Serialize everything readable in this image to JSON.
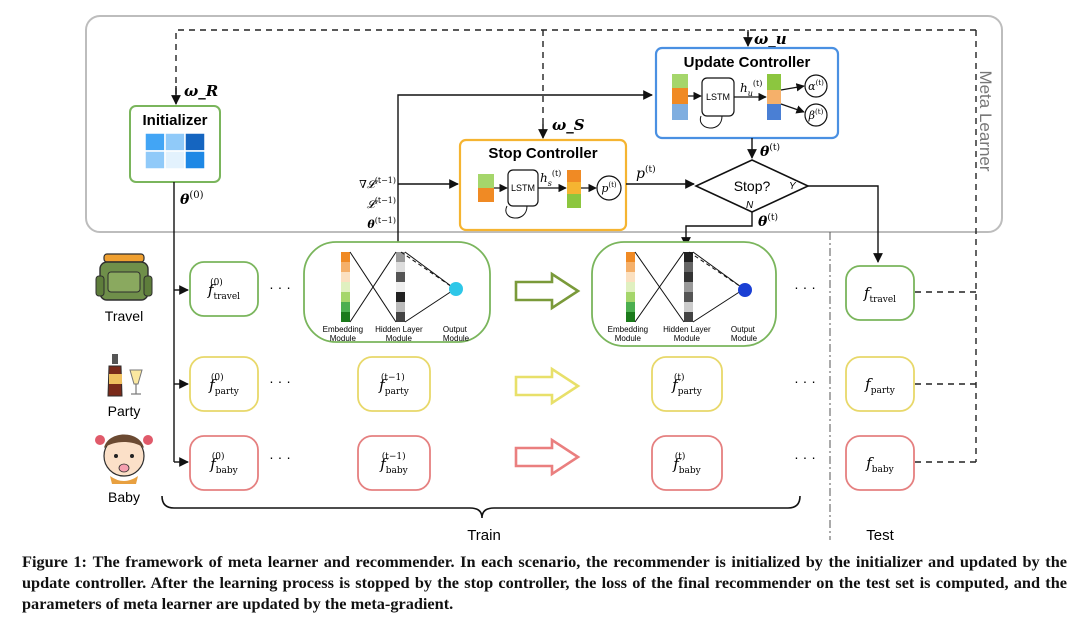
{
  "meta_learner": {
    "label": "Meta Learner",
    "inputs": {
      "omega_R": "ω_R",
      "omega_S": "ω_S",
      "omega_u": "ω_u"
    }
  },
  "initializer": {
    "title": "Initializer",
    "output": "θ",
    "output_sup": "(0)",
    "grid_colors": [
      "#1565c0",
      "#42a5f5",
      "#90caf9",
      "#bbdefb",
      "#e3f2fd"
    ]
  },
  "stop_controller": {
    "title": "Stop Controller",
    "lstm": "LSTM",
    "hidden": "h",
    "hidden_sub": "s",
    "hidden_sup": "(t)",
    "output": "p",
    "output_sup": "(t)",
    "inputs": [
      {
        "text": "∇𝓛",
        "sup": "(t−1)"
      },
      {
        "text": "𝓛",
        "sup": "(t−1)"
      },
      {
        "text": "θ",
        "sup": "(t−1)"
      }
    ]
  },
  "update_controller": {
    "title": "Update Controller",
    "lstm": "LSTM",
    "hidden": "h",
    "hidden_sub": "u",
    "hidden_sup": "(t)",
    "out_alpha": "α",
    "out_beta": "β",
    "out_sup": "(t)",
    "output": "θ",
    "output_sup": "(t)"
  },
  "decision": {
    "label": "Stop?",
    "yes": "Y",
    "no": "N",
    "output": "θ",
    "output_sup": "(t)"
  },
  "recommender_detail": {
    "modules": [
      "Embedding",
      "Module",
      "Hidden Layer",
      "Module",
      "Output",
      "Module"
    ]
  },
  "scenarios": [
    {
      "name": "Travel",
      "sub": "travel",
      "color": "#7ab55c",
      "arrow_color": "#7a9a3a"
    },
    {
      "name": "Party",
      "sub": "party",
      "color": "#e8d86a",
      "arrow_color": "#e8e06a"
    },
    {
      "name": "Baby",
      "sub": "baby",
      "color": "#e58080",
      "arrow_color": "#ea7f7f"
    }
  ],
  "model_labels": {
    "f": "f",
    "sup0": "(0)",
    "sup_prev": "(t−1)",
    "sup_t": "(t)",
    "ellipsis": "· · ·"
  },
  "sections": {
    "train": "Train",
    "test": "Test"
  },
  "caption": {
    "label": "Figure 1:",
    "text": "The framework of meta learner and recommender. In each scenario, the recommender is initialized by the initializer and updated by the update controller. After the learning process is stopped by the stop controller, the loss of the final recommender on the test set is computed, and the parameters of meta learner are updated by the meta-gradient."
  }
}
